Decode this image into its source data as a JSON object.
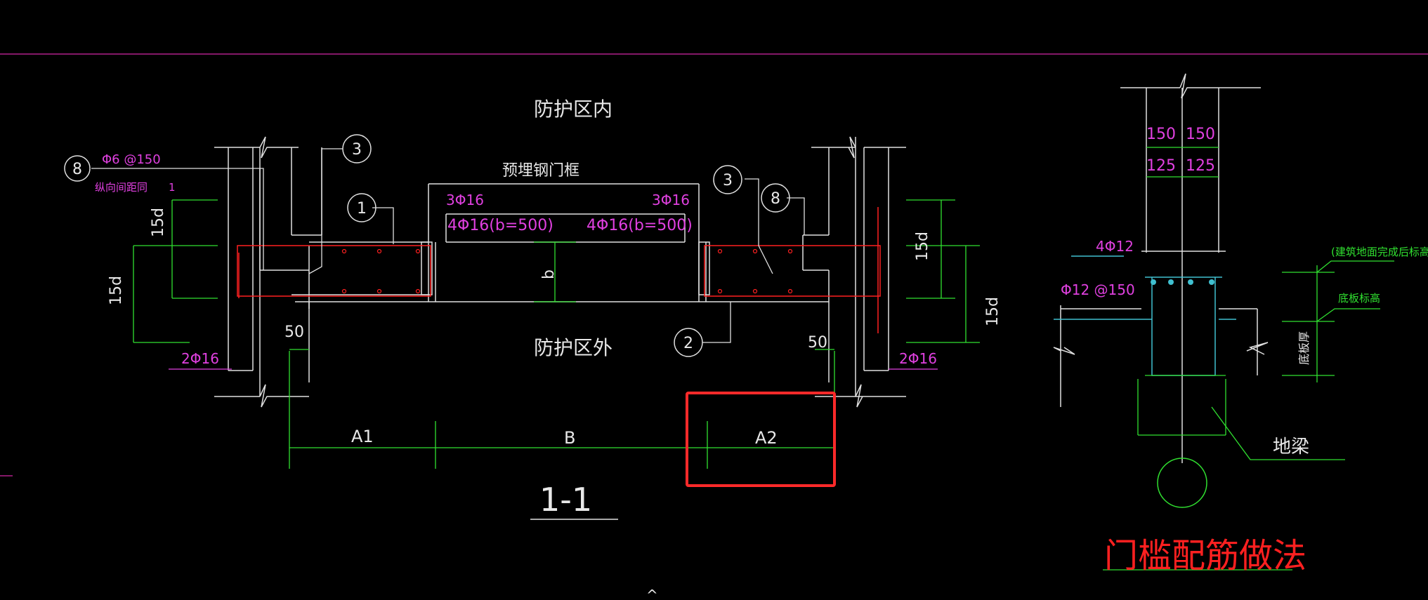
{
  "section_1_1": {
    "inside_zone": "防护区内",
    "outside_zone": "防护区外",
    "embedded_frame": "预埋钢门框",
    "section_mark": "1-1",
    "left_rebar_top": "Φ6 @150",
    "left_rebar_note": "纵向间距同",
    "left_rebar_note2": "1",
    "left_bars_count": "3Φ16",
    "right_bars_count": "3Φ16",
    "left_bars_b500": "4Φ16(b=500)",
    "right_bars_b500": "4Φ16(b=500)",
    "left_2phi16": "2Φ16",
    "right_2phi16": "2Φ16",
    "dim_15d": "15d",
    "dim_50": "50",
    "dim_b": "b",
    "dim_A1": "A1",
    "dim_B": "B",
    "dim_A2": "A2",
    "callouts": [
      "8",
      "3",
      "1",
      "3",
      "8",
      "2"
    ]
  },
  "threshold_detail": {
    "title": "门槛配筋做法",
    "dim_150_left": "150",
    "dim_150_right": "150",
    "dim_125_left": "125",
    "dim_125_right": "125",
    "top_bars": "4Φ12",
    "stirrups": "Φ12 @150",
    "note_floor_elev": "(建筑地面完成后标高)",
    "note_slab_elev": "底板标高",
    "note_slab_thk": "底板厚",
    "ground_beam": "地梁"
  },
  "highlight_color": "#ff2a2a"
}
